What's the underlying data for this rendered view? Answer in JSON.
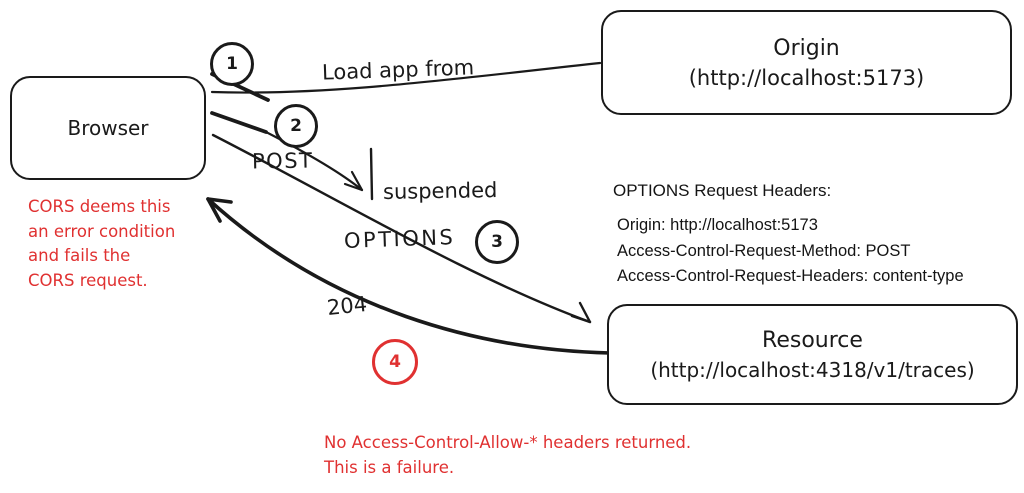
{
  "diagram": {
    "nodes": {
      "browser": {
        "label": "Browser"
      },
      "origin": {
        "title": "Origin",
        "subtitle": "(http://localhost:5173)"
      },
      "resource": {
        "title": "Resource",
        "subtitle": "(http://localhost:4318/v1/traces)"
      }
    },
    "steps": [
      {
        "number": "1"
      },
      {
        "number": "2"
      },
      {
        "number": "3"
      },
      {
        "number": "4"
      }
    ],
    "labels": {
      "load_app_from": "Load app from",
      "post": "POST",
      "suspended": "suspended",
      "options": "OPTIONS",
      "status_204": "204"
    },
    "annotations": {
      "cors_error": [
        "CORS deems this",
        "an error condition",
        "and fails the",
        "CORS request."
      ],
      "failure_note": [
        "No Access-Control-Allow-* headers returned.",
        "This is a failure."
      ]
    },
    "headers_panel": {
      "title": "OPTIONS Request Headers:",
      "lines": [
        "Origin: http://localhost:5173",
        "Access-Control-Request-Method: POST",
        "Access-Control-Request-Headers: content-type"
      ]
    },
    "colors": {
      "ink": "#1a1a1a",
      "error": "#e03131"
    }
  }
}
